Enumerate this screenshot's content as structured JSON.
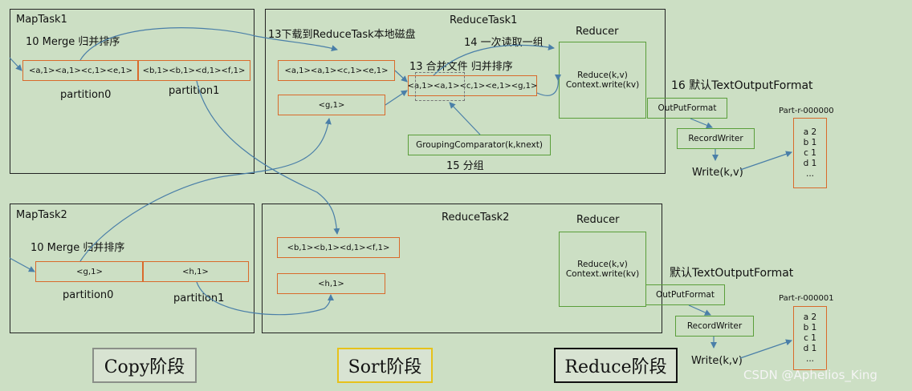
{
  "maptask1": {
    "title": "MapTask1",
    "merge": "10 Merge 归并排序",
    "cell0": "<a,1><a,1><c,1><e,1>",
    "cell1": "<b,1><b,1><d,1><f,1>",
    "part0": "partition0",
    "part1": "partition1"
  },
  "maptask2": {
    "title": "MapTask2",
    "merge": "10 Merge 归并排序",
    "cell0": "<g,1>",
    "cell1": "<h,1>",
    "part0": "partition0",
    "part1": "partition1"
  },
  "reducetask1": {
    "title": "ReduceTask1",
    "download": "13下载到ReduceTask本地磁盘",
    "box_a": "<a,1><a,1><c,1><e,1>",
    "box_g": "<g,1>",
    "merge_file": "13 合并文件 归并排序",
    "merged": "<a,1><a,1><c,1><e,1><g,1>",
    "read_group": "14 一次读取一组",
    "reducer": "Reducer",
    "reduce_fn": "Reduce(k,v)",
    "context_write": "Context.write(kv)",
    "grouping": "GroupingComparator(k,knext)",
    "group_label": "15 分组"
  },
  "reducetask2": {
    "title": "ReduceTask2",
    "box_b": "<b,1><b,1><d,1><f,1>",
    "box_h": "<h,1>",
    "reducer": "Reducer",
    "reduce_fn": "Reduce(k,v)",
    "context_write": "Context.write(kv)"
  },
  "output1": {
    "default_format": "16 默认TextOutputFormat",
    "outputformat": "OutPutFormat",
    "recordwriter": "RecordWriter",
    "write": "Write(k,v)",
    "file_name": "Part-r-000000",
    "lines": [
      "a 2",
      "b 1",
      "c 1",
      "d 1",
      "..."
    ]
  },
  "output2": {
    "default_format": "默认TextOutputFormat",
    "outputformat": "OutPutFormat",
    "recordwriter": "RecordWriter",
    "write": "Write(k,v)",
    "file_name": "Part-r-000001",
    "lines": [
      "a 2",
      "b 1",
      "c 1",
      "d 1",
      "..."
    ]
  },
  "phases": {
    "copy": "Copy阶段",
    "sort": "Sort阶段",
    "reduce": "Reduce阶段"
  },
  "watermark": "CSDN @Aphelios_King",
  "colors": {
    "background": "#ccdfc4",
    "orange_border": "#d96a2b",
    "green_border": "#5a9e3a",
    "arrow_blue": "#4a7fa8",
    "copy_border": "#8a8f88",
    "sort_border": "#e6c21a",
    "reduce_border": "#111111"
  }
}
